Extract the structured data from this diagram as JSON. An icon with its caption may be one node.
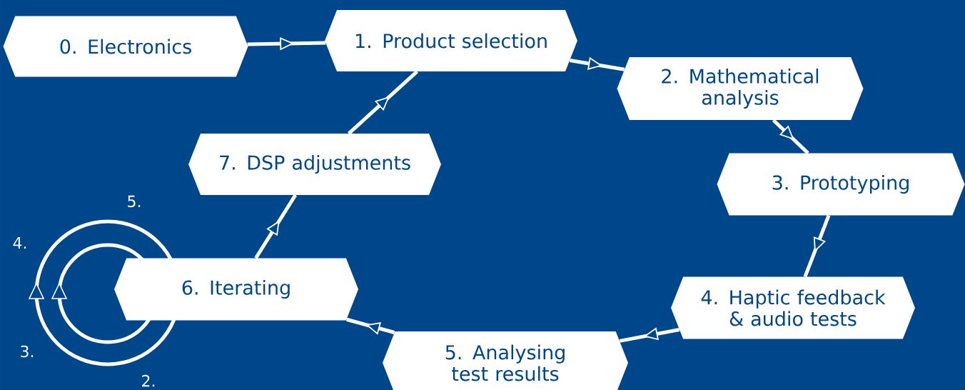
{
  "diagram": {
    "nodes": [
      {
        "text": [
          "0. Electronics"
        ]
      },
      {
        "text": [
          "1. Product selection"
        ]
      },
      {
        "text": [
          "2. Mathematical analysis"
        ]
      },
      {
        "text": [
          "3. Prototyping"
        ]
      },
      {
        "text": [
          "4. Haptic feedback & audio tests"
        ]
      },
      {
        "text": [
          "5. Analysing test results"
        ]
      },
      {
        "text": [
          "6. Iterating"
        ]
      },
      {
        "text": [
          "7. DSP adjustments"
        ]
      }
    ],
    "edges": [
      {
        "from": 0,
        "to": 1,
        "arrow": "to"
      },
      {
        "from": 1,
        "to": 2,
        "arrow": "to"
      },
      {
        "from": 2,
        "to": 3,
        "arrow": "to"
      },
      {
        "from": 3,
        "to": 4,
        "arrow": "to"
      },
      {
        "from": 4,
        "to": 5,
        "arrow": "to"
      },
      {
        "from": 5,
        "to": 6,
        "arrow": "to"
      },
      {
        "from": 6,
        "to": 7,
        "arrow": "to"
      },
      {
        "from": 7,
        "to": 1,
        "arrow": "to"
      }
    ],
    "labels": [
      "5.",
      "4.",
      "3.",
      "2."
    ]
  }
}
